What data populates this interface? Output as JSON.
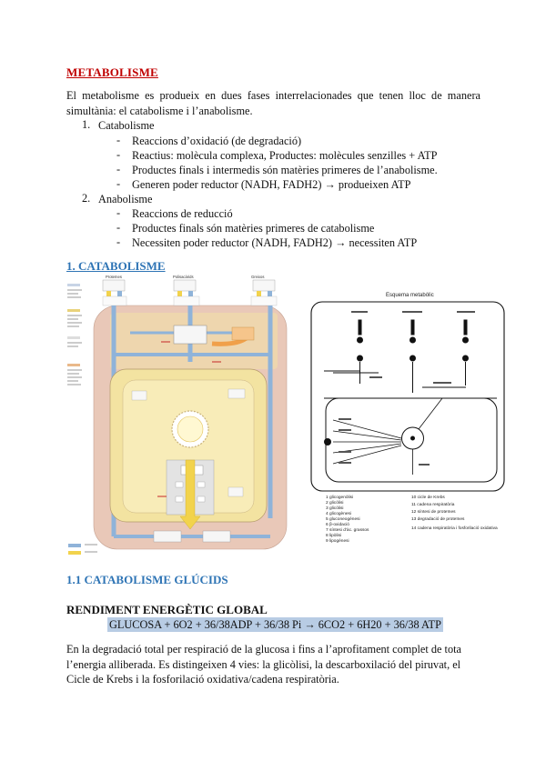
{
  "title": "METABOLISME",
  "intro": "El metabolisme es produeix en dues fases interrelacionades que tenen lloc de manera simultània: el catabolisme i l’anabolisme.",
  "phases": [
    {
      "number": "1.",
      "name": "Catabolisme",
      "items": [
        "Reaccions d’oxidació (de degradació)",
        "Reactius: molècula complexa, Productes: molècules senzilles + ATP",
        "Productes finals i intermedis són matèries primeres de l’anabolisme.",
        "Generen poder reductor (NADH, FADH2) → produeixen ATP"
      ]
    },
    {
      "number": "2.",
      "name": "Anabolisme",
      "items": [
        "Reaccions de reducció",
        "Productes finals són matèries primeres de catabolisme",
        "Necessiten poder reductor (NADH, FADH2) → necessiten ATP"
      ]
    }
  ],
  "section1": "1. CATABOLISME",
  "section11": "1.1 CATABOLISME GLÚCIDS",
  "subheading": "RENDIMENT ENERGÈTIC GLOBAL",
  "equation": "GLUCOSA + 6O2 + 36/38ADP + 36/38 Pi → 6CO2 + 6H20 + 36/38 ATP",
  "closing": "En la degradació total per respiració de la glucosa i fins a l’aprofitament complet de tota l’energia alliberada. Es distingeixen 4 vies: la glicòlisi, la descarboxilació del piruvat, el Cicle de Krebs i la fosforilació oxidativa/cadena respiratòria.",
  "figure_left": {
    "top_labels": [
      "Proteïnes",
      "Polisacàrids",
      "Greixos"
    ],
    "colors": {
      "cell": "#e8c6b6",
      "cytoplasm": "#f4e7a9",
      "mito": "#dcdcdc",
      "arrow_blue": "#8fb3d9",
      "arrow_yellow": "#f2d34c",
      "arrow_orange": "#f0a04a"
    }
  },
  "figure_right": {
    "title": "Esquema metabòlic",
    "legend_left": [
      "1 glicogenòlisi",
      "2 glicòlisi",
      "3 glicòlisi",
      "4 glicogènesi",
      "5 gluconeogènesi",
      "6 β-oxidació",
      "7 síntesi d’àc. grassos",
      "8 lipòlisi",
      "9 lipogènesi"
    ],
    "legend_right": [
      "10 cicle de Krebs",
      "11 cadena respiratòria",
      "12 síntesi de proteïnes",
      "13 degradació de proteïnes",
      "14 cadena respiratòria i fosforilació oxidativa"
    ]
  }
}
